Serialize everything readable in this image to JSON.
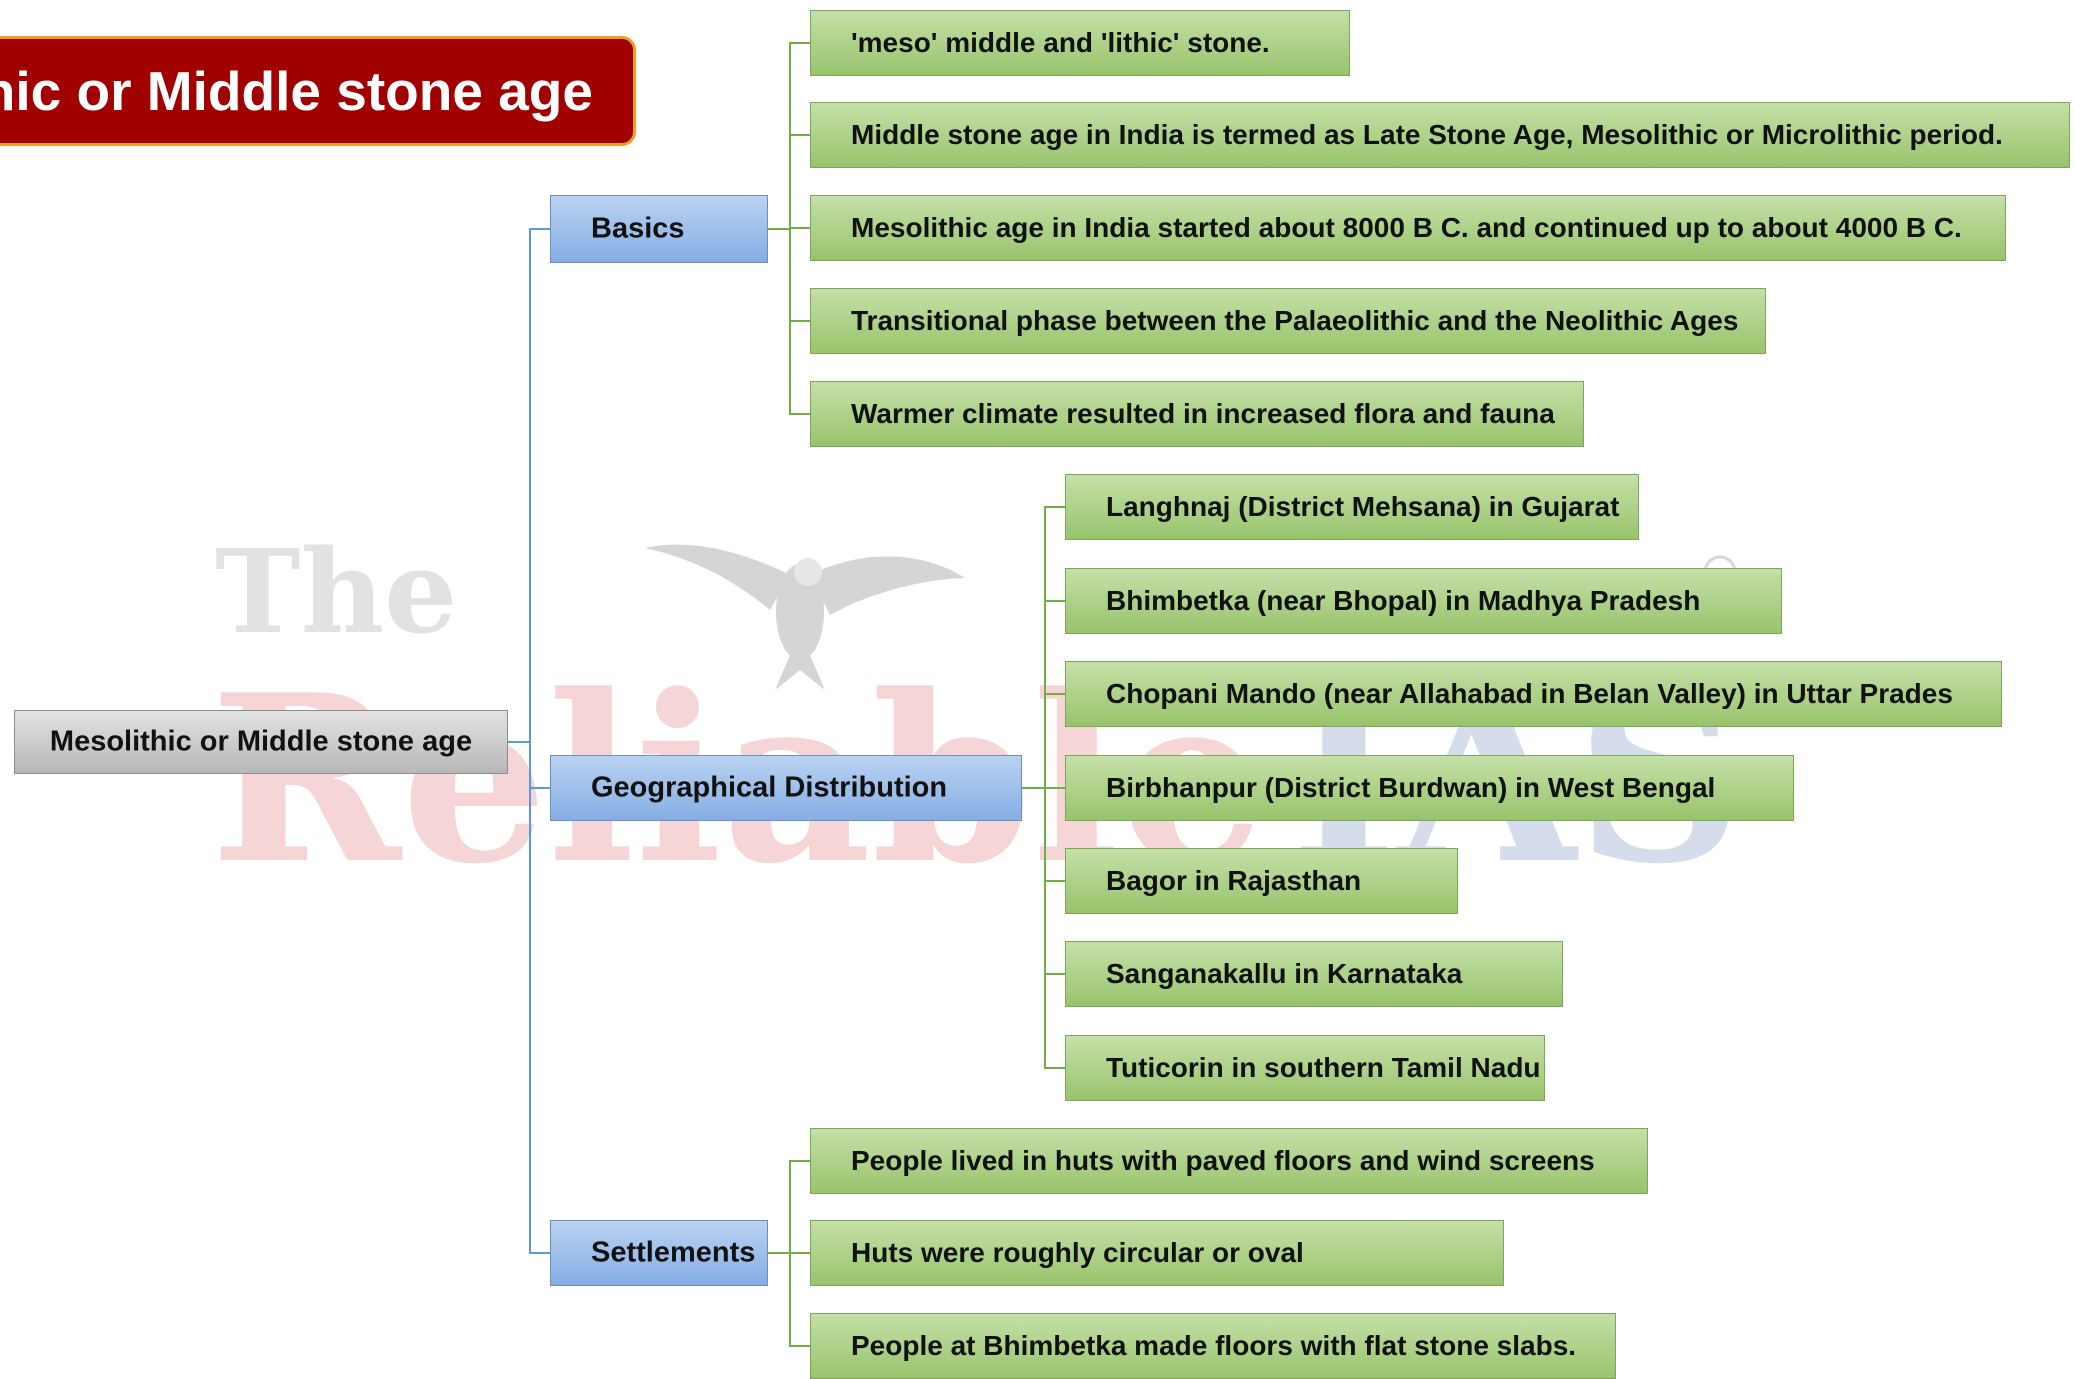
{
  "title": "hic or Middle stone age",
  "root": {
    "label": "Mesolithic or Middle stone age"
  },
  "categories": [
    {
      "label": "Basics",
      "items": [
        "'meso' middle and 'lithic' stone.",
        "Middle stone age in India is termed as Late Stone Age, Mesolithic or Microlithic period.",
        "Mesolithic age in India started about 8000 B C. and continued up to about 4000 B C.",
        "Transitional phase between the Palaeolithic and the Neolithic Ages",
        "Warmer climate resulted in increased flora and fauna"
      ]
    },
    {
      "label": "Geographical Distribution",
      "items": [
        "Langhnaj (District Mehsana) in Gujarat",
        "Bhimbetka (near Bhopal) in Madhya Pradesh",
        "Chopani Mando (near Allahabad in Belan Valley) in Uttar Prades",
        "Birbhanpur (District Burdwan) in West Bengal",
        "Bagor in Rajasthan",
        "Sanganakallu in Karnataka",
        "Tuticorin in southern Tamil Nadu"
      ]
    },
    {
      "label": "Settlements",
      "items": [
        "People lived in huts with paved floors and wind screens",
        "Huts were roughly circular or oval",
        "People at Bhimbetka made floors with flat stone slabs."
      ]
    }
  ],
  "watermark": {
    "line1": "The",
    "line2a": "Reliable",
    "line2b": "IAS"
  },
  "colors": {
    "banner": "#a00000",
    "banner_border": "#f0a020",
    "root_fill": "#c9c9c9",
    "category_fill": "#9fc0ea",
    "leaf_fill": "#b3d68c",
    "blue_connector": "#5b9bd5",
    "green_connector": "#70ad47"
  }
}
